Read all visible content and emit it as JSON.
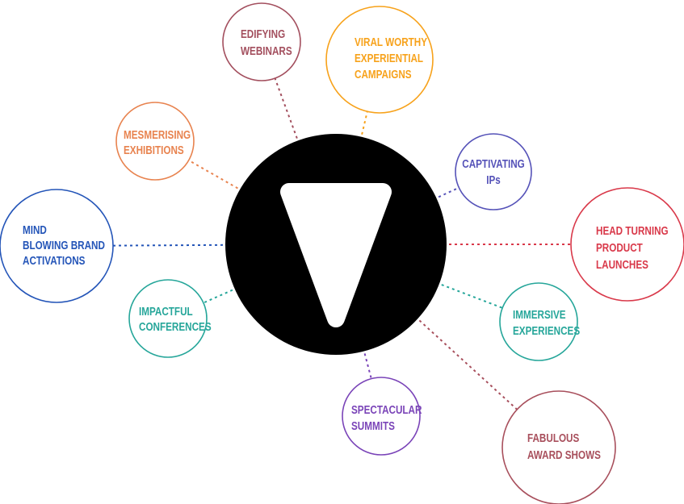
{
  "hub": {
    "icon": "triangle-logo-icon",
    "color": "#000000"
  },
  "nodes": [
    {
      "id": "edifying-webinars",
      "lines": [
        "EDIFYING",
        "WEBINARS"
      ],
      "color": "#a34f5e"
    },
    {
      "id": "viral-campaigns",
      "lines": [
        "VIRAL WORTHY",
        "EXPERIENTIAL",
        "CAMPAIGNS"
      ],
      "color": "#f7a21b"
    },
    {
      "id": "mesmerising-exhibitions",
      "lines": [
        "MESMERISING",
        "EXHIBITIONS"
      ],
      "color": "#e8834f"
    },
    {
      "id": "captivating-ips",
      "lines": [
        "CAPTIVATING",
        "IPs"
      ],
      "color": "#5552b8"
    },
    {
      "id": "brand-activations",
      "lines": [
        "MIND",
        "BLOWING BRAND",
        "ACTIVATIONS"
      ],
      "color": "#2455b8"
    },
    {
      "id": "product-launches",
      "lines": [
        "HEAD TURNING",
        "PRODUCT",
        "LAUNCHES"
      ],
      "color": "#d9394a"
    },
    {
      "id": "impactful-conferences",
      "lines": [
        "IMPACTFUL",
        "CONFERENCES"
      ],
      "color": "#26a69a"
    },
    {
      "id": "immersive-experiences",
      "lines": [
        "IMMERSIVE",
        "EXPERIENCES"
      ],
      "color": "#26a69a"
    },
    {
      "id": "spectacular-summits",
      "lines": [
        "SPECTACULAR",
        "SUMMITS"
      ],
      "color": "#7a44b8"
    },
    {
      "id": "award-shows",
      "lines": [
        "FABULOUS",
        "AWARD SHOWS"
      ],
      "color": "#a84f5c"
    }
  ]
}
